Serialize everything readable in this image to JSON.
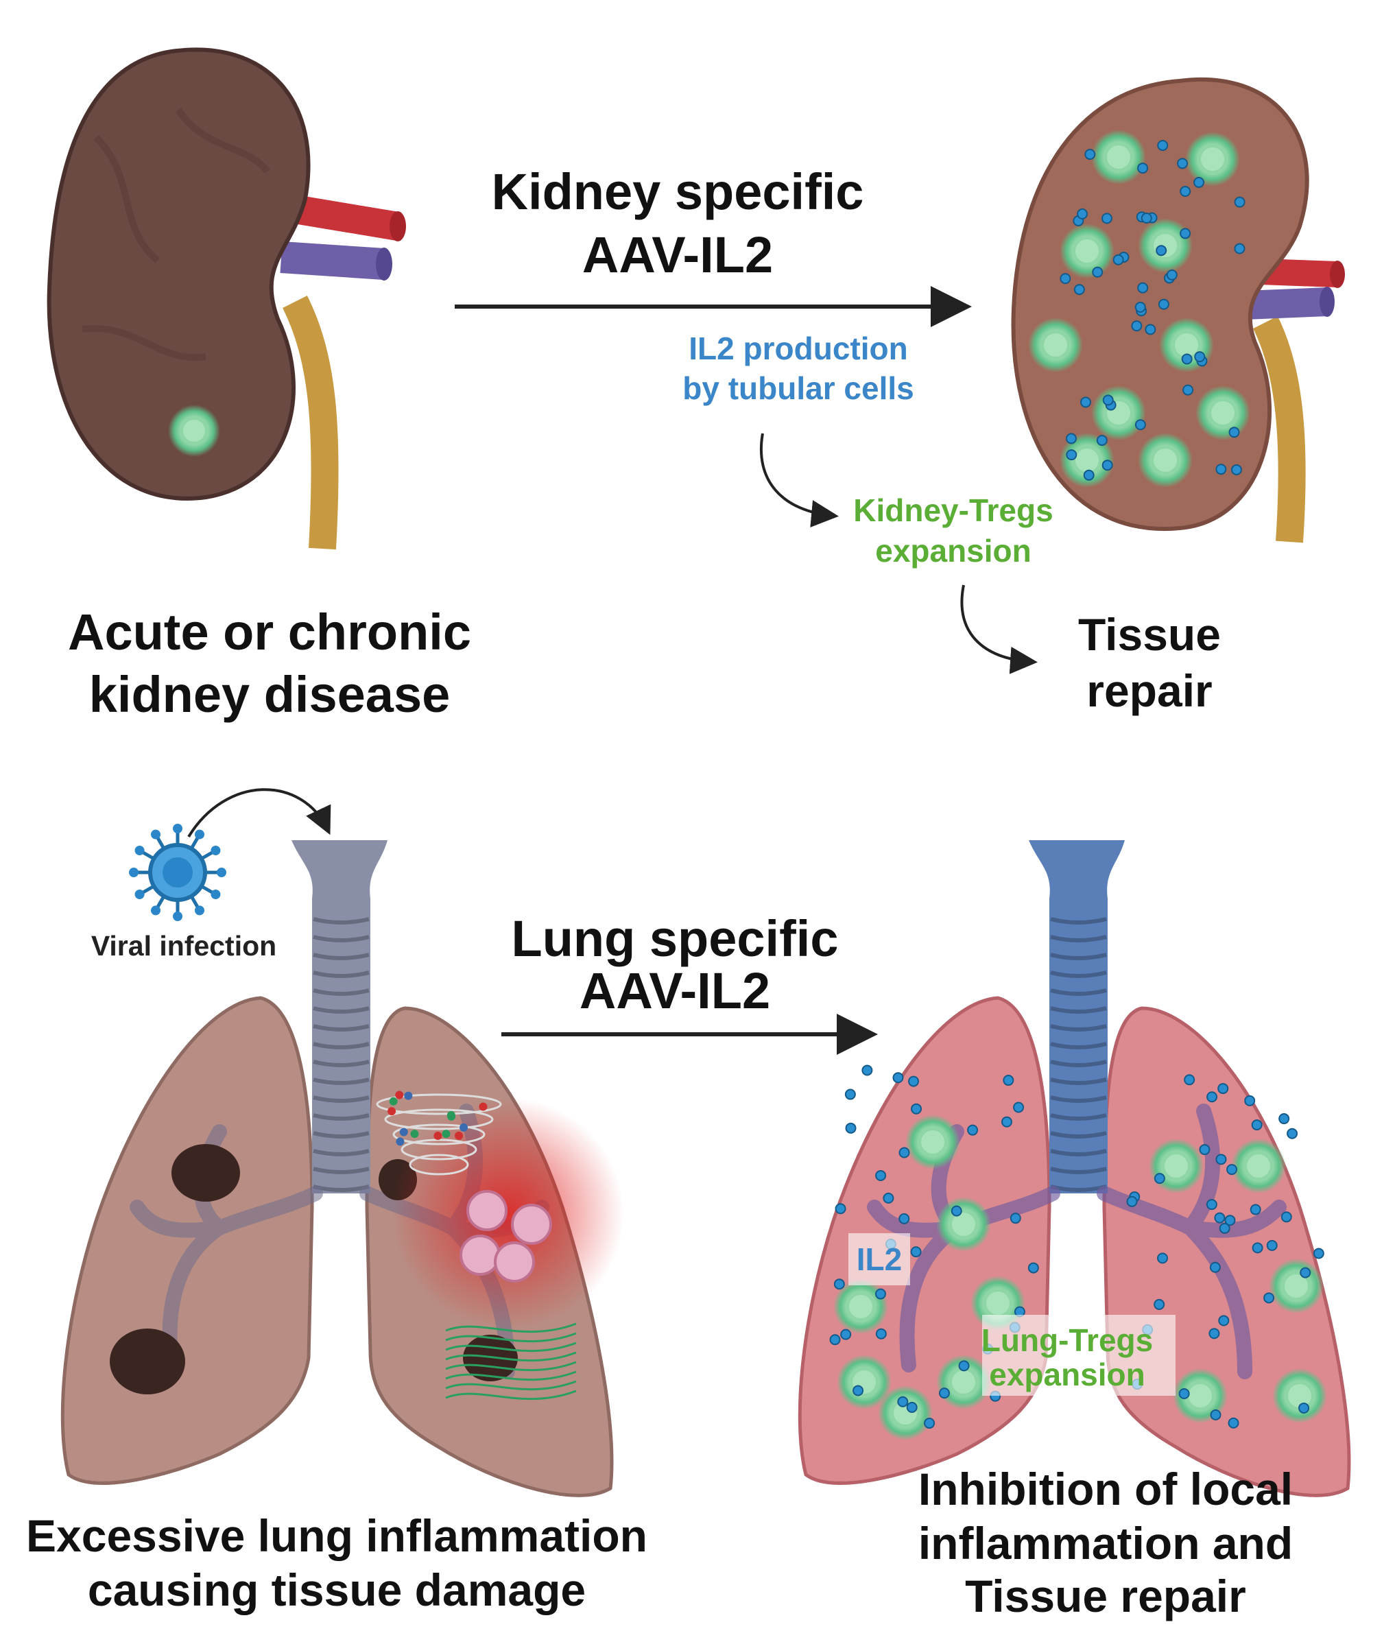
{
  "kidney_section": {
    "treatment_line1": "Kidney specific",
    "treatment_line2": "AAV-IL2",
    "il2_line1": "IL2 production",
    "il2_line2": "by tubular cells",
    "tregs_line1": "Kidney-Tregs",
    "tregs_line2": "expansion",
    "outcome_line1": "Tissue",
    "outcome_line2": "repair",
    "disease_line1": "Acute or chronic",
    "disease_line2": "kidney disease"
  },
  "lung_section": {
    "infection_label": "Viral infection",
    "treatment_line1": "Lung specific",
    "treatment_line2": "AAV-IL2",
    "il2_label": "IL2",
    "tregs_line1": "Lung-Tregs",
    "tregs_line2": "expansion",
    "damage_line1": "Excessive lung inflammation",
    "damage_line2": "causing tissue damage",
    "outcome_line1": "Inhibition of local",
    "outcome_line2": "inflammation and",
    "outcome_line3": "Tissue repair"
  },
  "colors": {
    "il2_blue": "#3a86c8",
    "treg_green": "#5aae35",
    "diseased_kidney": "#6b4a44",
    "healthy_kidney": "#a06a5a",
    "diseased_lung": "#b88e84",
    "healthy_lung": "#dc8a90"
  }
}
